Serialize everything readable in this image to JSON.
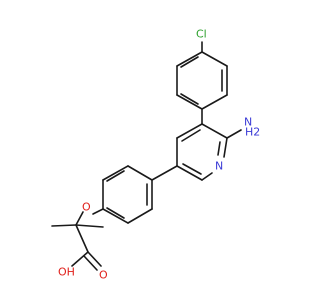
{
  "molecule": {
    "atom_labels": {
      "chlorine": "Cl",
      "amine_nitrogen": "N",
      "amine_hydrogens": "H2",
      "pyridine_nitrogen": "N",
      "ether_oxygen": "O",
      "carbonyl_oxygen": "O",
      "hydroxyl": "OH"
    }
  },
  "colors": {
    "bond": "#1a1a1a",
    "chlorine": "#2ca02c",
    "nitrogen": "#3b3bd6",
    "oxygen": "#e0201b"
  }
}
